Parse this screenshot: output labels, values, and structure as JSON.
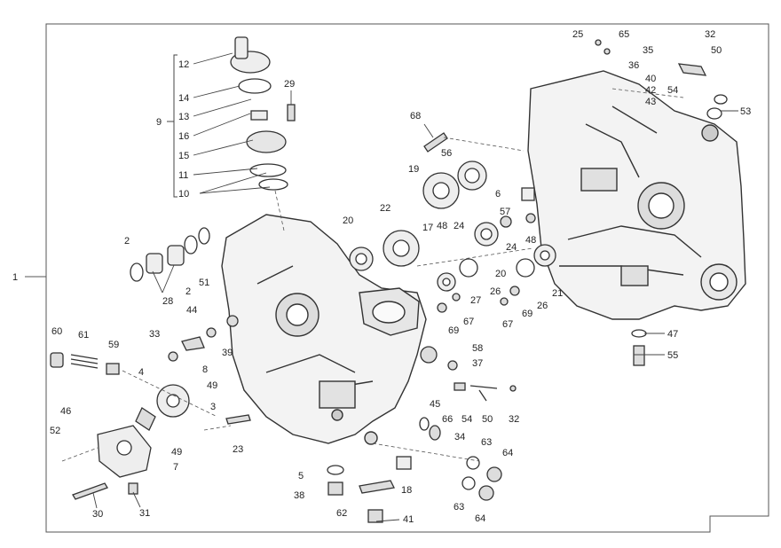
{
  "diagram": {
    "frame_label": "1",
    "callouts": [
      {
        "id": "c2a",
        "text": "2"
      },
      {
        "id": "c2b",
        "text": "2"
      },
      {
        "id": "c3",
        "text": "3"
      },
      {
        "id": "c4",
        "text": "4"
      },
      {
        "id": "c5",
        "text": "5"
      },
      {
        "id": "c6",
        "text": "6"
      },
      {
        "id": "c7",
        "text": "7"
      },
      {
        "id": "c8",
        "text": "8"
      },
      {
        "id": "c9",
        "text": "9"
      },
      {
        "id": "c10",
        "text": "10"
      },
      {
        "id": "c11",
        "text": "11"
      },
      {
        "id": "c12",
        "text": "12"
      },
      {
        "id": "c13",
        "text": "13"
      },
      {
        "id": "c14",
        "text": "14"
      },
      {
        "id": "c15",
        "text": "15"
      },
      {
        "id": "c16",
        "text": "16"
      },
      {
        "id": "c17",
        "text": "17"
      },
      {
        "id": "c18",
        "text": "18"
      },
      {
        "id": "c19",
        "text": "19"
      },
      {
        "id": "c20a",
        "text": "20"
      },
      {
        "id": "c20b",
        "text": "20"
      },
      {
        "id": "c21",
        "text": "21"
      },
      {
        "id": "c22",
        "text": "22"
      },
      {
        "id": "c23",
        "text": "23"
      },
      {
        "id": "c24a",
        "text": "24"
      },
      {
        "id": "c24b",
        "text": "24"
      },
      {
        "id": "c25",
        "text": "25"
      },
      {
        "id": "c26a",
        "text": "26"
      },
      {
        "id": "c26b",
        "text": "26"
      },
      {
        "id": "c27",
        "text": "27"
      },
      {
        "id": "c28",
        "text": "28"
      },
      {
        "id": "c29",
        "text": "29"
      },
      {
        "id": "c30",
        "text": "30"
      },
      {
        "id": "c31",
        "text": "31"
      },
      {
        "id": "c32a",
        "text": "32"
      },
      {
        "id": "c32b",
        "text": "32"
      },
      {
        "id": "c33",
        "text": "33"
      },
      {
        "id": "c34",
        "text": "34"
      },
      {
        "id": "c35",
        "text": "35"
      },
      {
        "id": "c36",
        "text": "36"
      },
      {
        "id": "c37",
        "text": "37"
      },
      {
        "id": "c38",
        "text": "38"
      },
      {
        "id": "c39",
        "text": "39"
      },
      {
        "id": "c40",
        "text": "40"
      },
      {
        "id": "c41",
        "text": "41"
      },
      {
        "id": "c42",
        "text": "42"
      },
      {
        "id": "c43",
        "text": "43"
      },
      {
        "id": "c44",
        "text": "44"
      },
      {
        "id": "c45",
        "text": "45"
      },
      {
        "id": "c46",
        "text": "46"
      },
      {
        "id": "c47",
        "text": "47"
      },
      {
        "id": "c48a",
        "text": "48"
      },
      {
        "id": "c48b",
        "text": "48"
      },
      {
        "id": "c49a",
        "text": "49"
      },
      {
        "id": "c49b",
        "text": "49"
      },
      {
        "id": "c50a",
        "text": "50"
      },
      {
        "id": "c50b",
        "text": "50"
      },
      {
        "id": "c51",
        "text": "51"
      },
      {
        "id": "c52",
        "text": "52"
      },
      {
        "id": "c53",
        "text": "53"
      },
      {
        "id": "c54a",
        "text": "54"
      },
      {
        "id": "c54b",
        "text": "54"
      },
      {
        "id": "c55",
        "text": "55"
      },
      {
        "id": "c56",
        "text": "56"
      },
      {
        "id": "c57",
        "text": "57"
      },
      {
        "id": "c58",
        "text": "58"
      },
      {
        "id": "c59",
        "text": "59"
      },
      {
        "id": "c60",
        "text": "60"
      },
      {
        "id": "c61",
        "text": "61"
      },
      {
        "id": "c62",
        "text": "62"
      },
      {
        "id": "c63a",
        "text": "63"
      },
      {
        "id": "c63b",
        "text": "63"
      },
      {
        "id": "c64a",
        "text": "64"
      },
      {
        "id": "c64b",
        "text": "64"
      },
      {
        "id": "c65",
        "text": "65"
      },
      {
        "id": "c66",
        "text": "66"
      },
      {
        "id": "c67a",
        "text": "67"
      },
      {
        "id": "c67b",
        "text": "67"
      },
      {
        "id": "c68",
        "text": "68"
      },
      {
        "id": "c69a",
        "text": "69"
      },
      {
        "id": "c69b",
        "text": "69"
      }
    ]
  }
}
